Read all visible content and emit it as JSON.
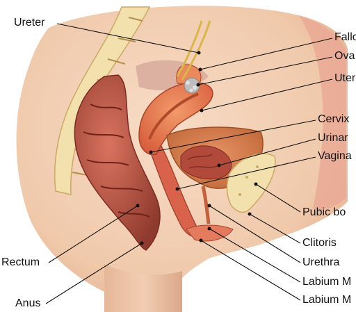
{
  "labels": {
    "ureter": "Ureter",
    "fallopian_tube": "Fallo",
    "ovary": "Ova",
    "uterus": "Uter",
    "cervix": "Cervix",
    "urinary_bladder": "Urinar",
    "vagina": "Vagina",
    "pubic_bone": "Pubic bo",
    "clitoris": "Clitoris",
    "urethra": "Urethra",
    "labium_majus": "Labium M",
    "labium_minus": "Labium M",
    "rectum": "Rectum",
    "anus": "Anus"
  },
  "colors": {
    "skin": "#f3d2b8",
    "skin_shadow": "#e2b294",
    "bone": "#f0dca0",
    "bone_dark": "#c9a862",
    "muscle": "#c8574a",
    "muscle_dark": "#8e2f28",
    "organ": "#e3734c",
    "organ_light": "#f2a07a",
    "bladder": "#d9864f",
    "leader_line": "#111111"
  }
}
